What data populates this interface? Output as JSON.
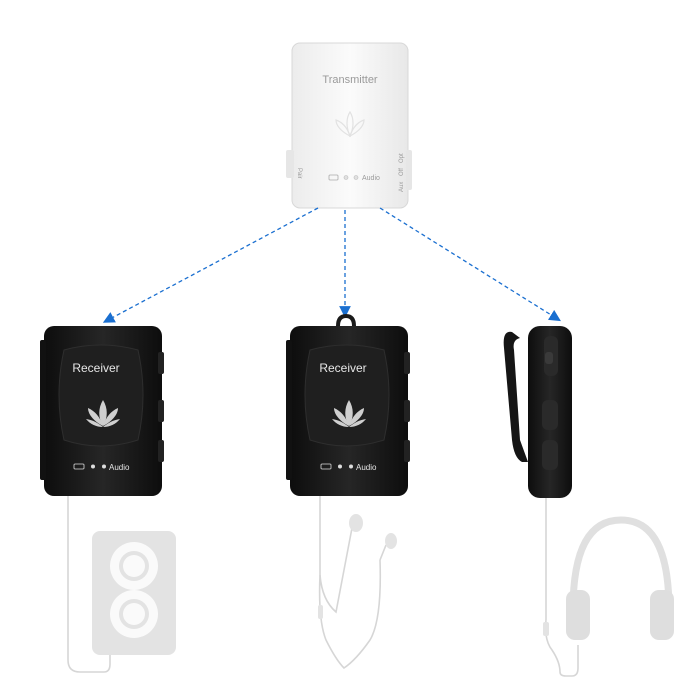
{
  "transmitter": {
    "title": "Transmitter",
    "audio_label": "Audio",
    "side_label_left": "Pair",
    "side_labels_right": [
      "Aux",
      "Off",
      "Opt"
    ]
  },
  "receivers": [
    {
      "title": "Receiver",
      "audio_label": "Audio"
    },
    {
      "title": "Receiver",
      "audio_label": "Audio"
    }
  ],
  "colors": {
    "arrow": "#1a6fd0",
    "device_black": "#1a1a1a",
    "device_white": "#f4f4f4",
    "accessory_gray": "#dcdcdc",
    "cable_gray": "#d6d6d6"
  },
  "icons": {
    "logo": "lotus-icon",
    "speaker": "speaker-icon",
    "earphones": "earphones-icon",
    "headphones": "headphones-icon",
    "clip": "belt-clip-icon"
  }
}
